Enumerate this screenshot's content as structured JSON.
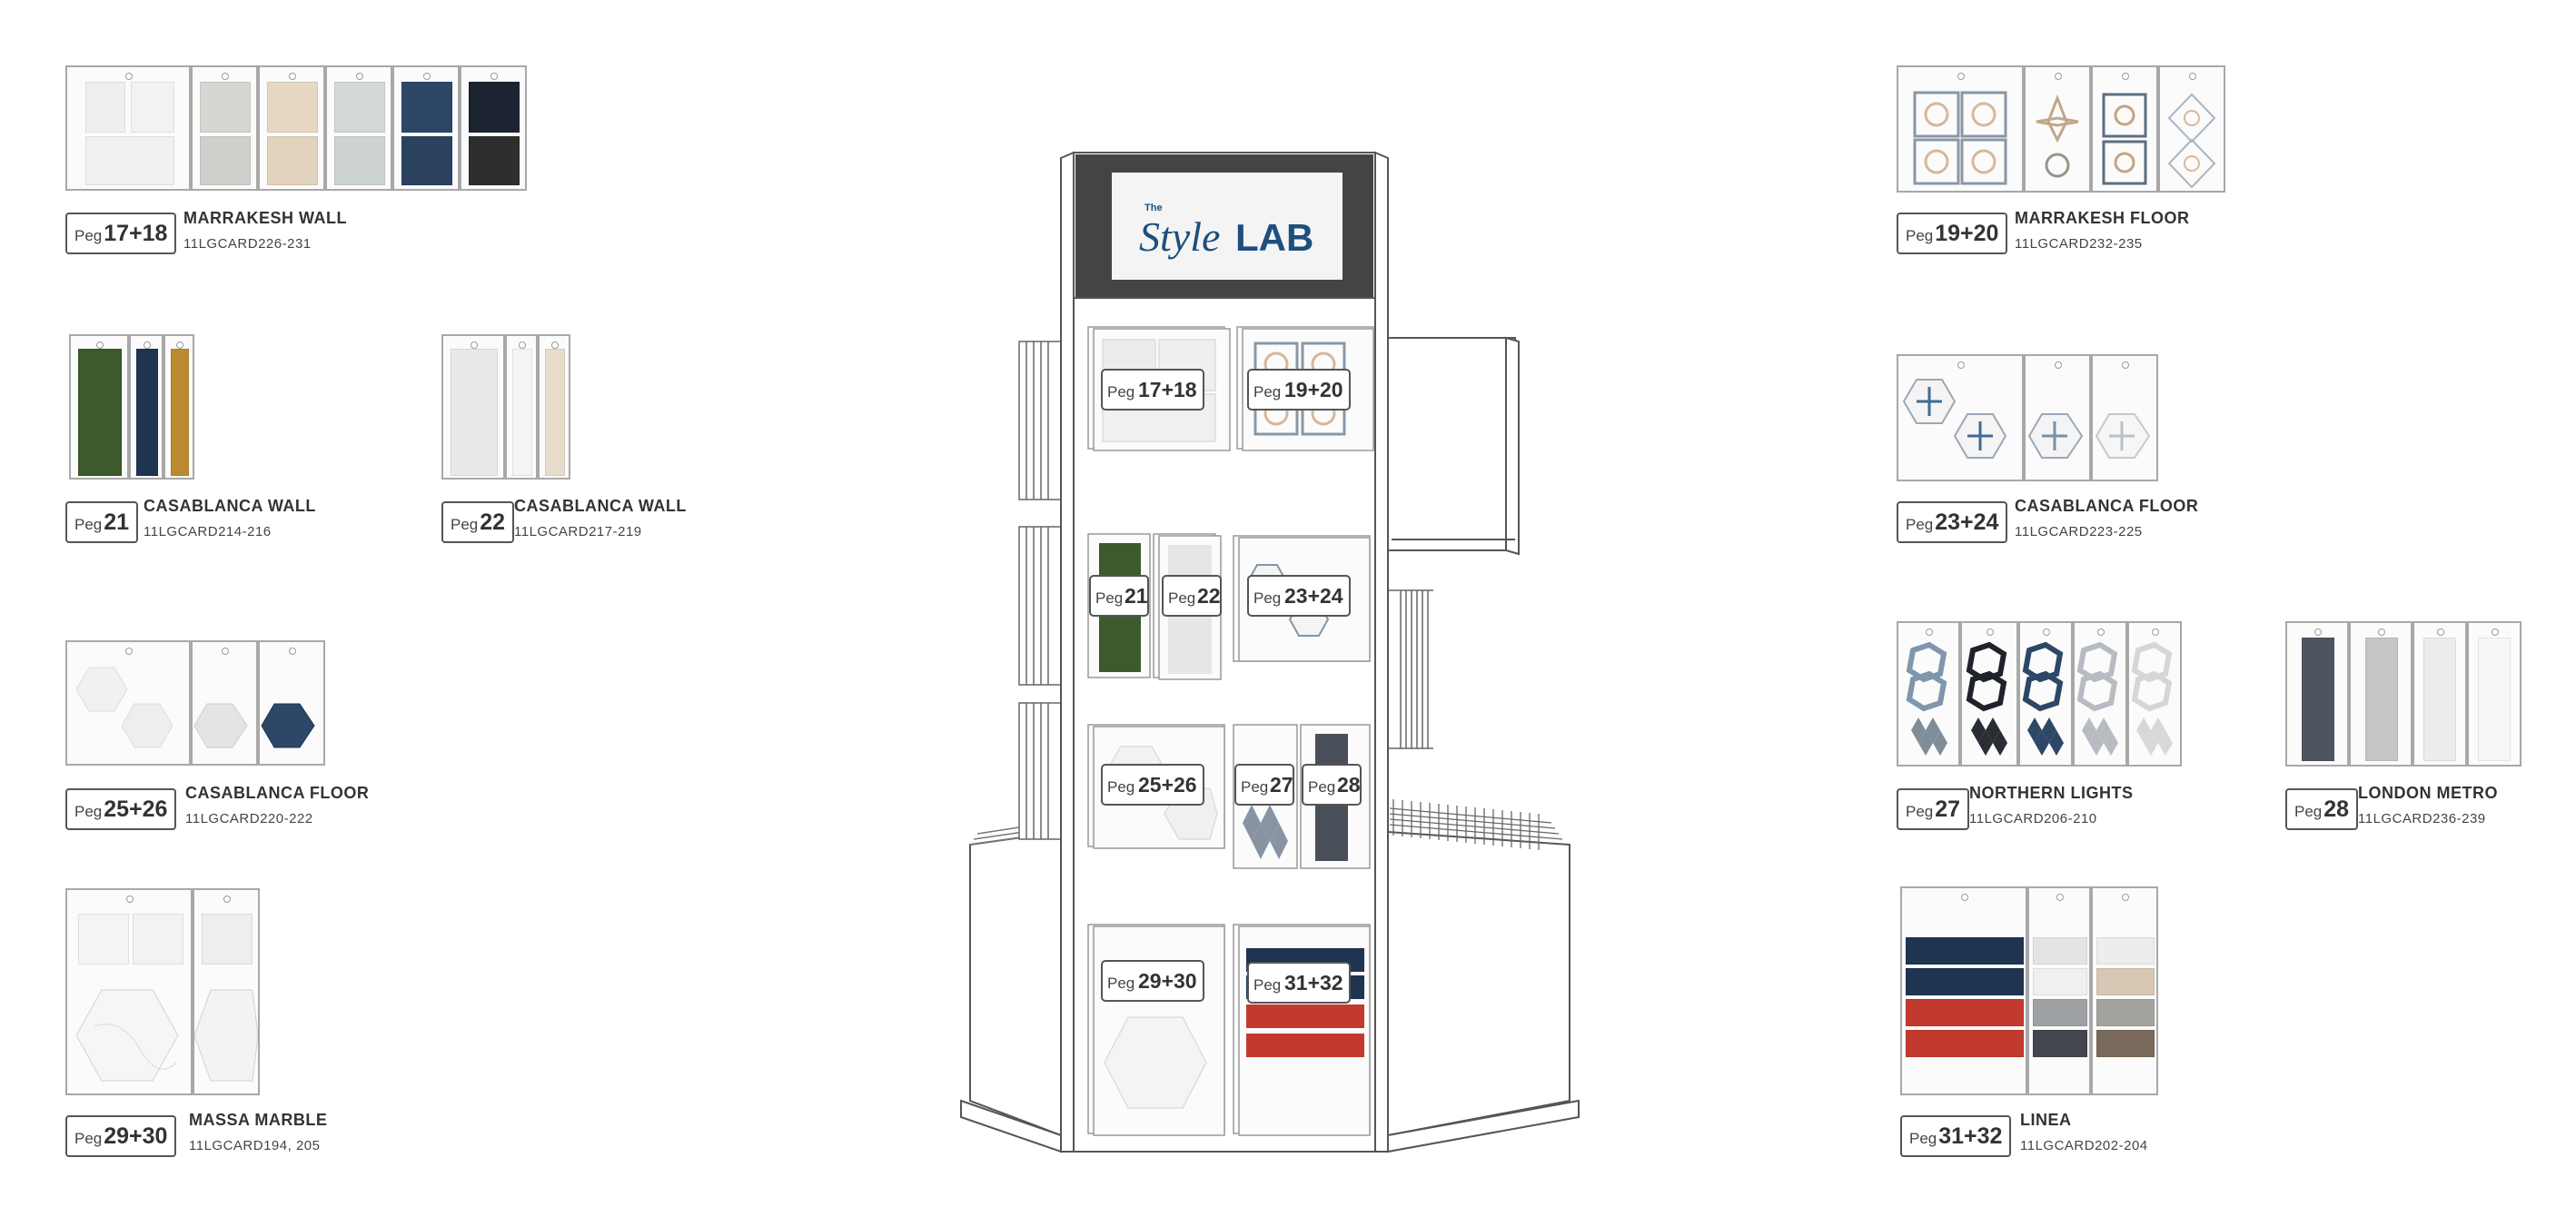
{
  "colors": {
    "green": "#3c5a2c",
    "navy": "#1f3450",
    "mustard": "#b98a2f",
    "blue": "#2d4766",
    "red": "#c23a2e",
    "logo_blue": "#1d4f7c"
  },
  "display": {
    "logo_prefix": "The",
    "logo_style": "Style",
    "logo_lab": "LAB",
    "word": "Peg",
    "pegs": {
      "p1718": "17+18",
      "p1920": "19+20",
      "p21": "21",
      "p22": "22",
      "p2324": "23+24",
      "p2526": "25+26",
      "p27": "27",
      "p28": "28",
      "p2930": "29+30",
      "p3132": "31+32"
    }
  },
  "groups": {
    "g1718": {
      "peg_word": "Peg",
      "peg_num": "17+18",
      "title": "MARRAKESH WALL",
      "code": "11LGCARD226-231"
    },
    "g21": {
      "peg_word": "Peg",
      "peg_num": "21",
      "title": "CASABLANCA WALL",
      "code": "11LGCARD214-216"
    },
    "g22": {
      "peg_word": "Peg",
      "peg_num": "22",
      "title": "CASABLANCA WALL",
      "code": "11LGCARD217-219"
    },
    "g2526": {
      "peg_word": "Peg",
      "peg_num": "25+26",
      "title": "CASABLANCA FLOOR",
      "code": "11LGCARD220-222"
    },
    "g2930": {
      "peg_word": "Peg",
      "peg_num": "29+30",
      "title": "MASSA MARBLE",
      "code": "11LGCARD194, 205"
    },
    "g1920": {
      "peg_word": "Peg",
      "peg_num": "19+20",
      "title": "MARRAKESH FLOOR",
      "code": "11LGCARD232-235"
    },
    "g2324": {
      "peg_word": "Peg",
      "peg_num": "23+24",
      "title": "CASABLANCA FLOOR",
      "code": "11LGCARD223-225"
    },
    "g27": {
      "peg_word": "Peg",
      "peg_num": "27",
      "title": "NORTHERN LIGHTS",
      "code": "11LGCARD206-210"
    },
    "g28": {
      "peg_word": "Peg",
      "peg_num": "28",
      "title": "LONDON METRO",
      "code": "11LGCARD236-239"
    },
    "g3132": {
      "peg_word": "Peg",
      "peg_num": "31+32",
      "title": "LINEA",
      "code": "11LGCARD202-204"
    }
  }
}
